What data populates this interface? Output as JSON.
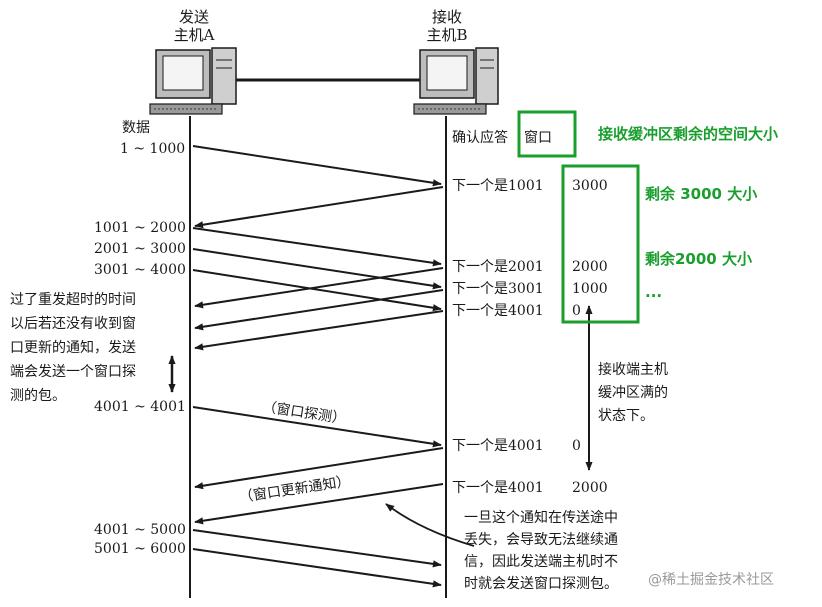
{
  "hosts": {
    "a_line1": "发送",
    "a_line2": "主机A",
    "b_line1": "接收",
    "b_line2": "主机B"
  },
  "left_col": {
    "data_header": "数据",
    "seg1": "1 ~ 1000",
    "seg2": "1001 ~ 2000",
    "seg3": "2001 ~ 3000",
    "seg4": "3001 ~ 4000",
    "probe_seg": "4001 ~ 4001",
    "seg5": "4001 ~ 5000",
    "seg6": "5001 ~ 6000"
  },
  "right_col": {
    "ack_header": "确认应答",
    "window_header": "窗口",
    "ack1": "下一个是1001",
    "ack2": "下一个是2001",
    "ack3": "下一个是3001",
    "ack4": "下一个是4001",
    "ack5": "下一个是4001",
    "ack6": "下一个是4001",
    "win1": "3000",
    "win2": "2000",
    "win3": "1000",
    "win4": "0",
    "win5": "0",
    "win6": "2000"
  },
  "labels": {
    "window_probe": "（窗口探测）",
    "window_update": "（窗口更新通知）"
  },
  "notes": {
    "timeout": [
      "过了重发超时的时间",
      "以后若还没有收到窗",
      "口更新的通知，发送",
      "端会发送一个窗口探",
      "测的包。"
    ],
    "buffer_full": [
      "接收端主机",
      "缓冲区满的",
      "状态下。"
    ],
    "lost": [
      "一旦这个通知在传送途中",
      "丢失，会导致无法继续通",
      "信，因此发送端主机时不",
      "时就会发送窗口探测包。"
    ]
  },
  "annotations": {
    "title": "接收缓冲区剩余的空间大小",
    "remain1": "剩余 3000 大小",
    "remain2": "剩余2000 大小",
    "ellipsis": "..."
  },
  "watermark": "@稀土掘金技术社区",
  "colors": {
    "annotation_green": "#1a9e2e",
    "line": "#1a1a1a"
  }
}
